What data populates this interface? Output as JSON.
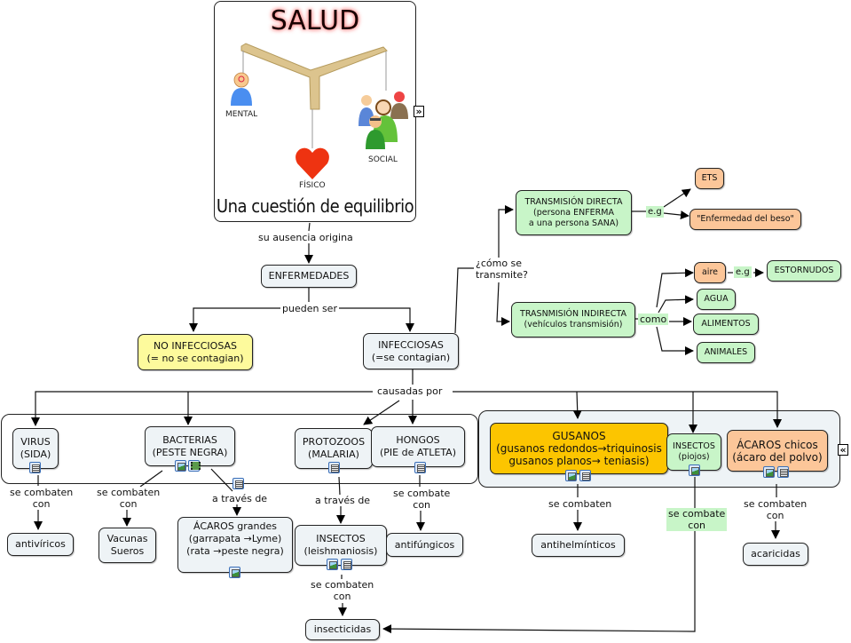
{
  "title": {
    "heading": "SALUD",
    "subtitle": "Una cuestión de equilibrio",
    "labels": {
      "mental": "MENTAL",
      "fisico": "FÍSICO",
      "social": "SOCIAL"
    }
  },
  "nodes": {
    "enfermedades": "ENFERMEDADES",
    "no_infecciosas": "NO INFECCIOSAS\n(= no se contagian)",
    "infecciosas": "INFECCIOSAS\n(=se contagian)",
    "transmision_directa": "TRANSMISIÓN DIRECTA\n(persona ENFERMA\na una persona SANA)",
    "transmision_indirecta": "TRASNMISIÓN INDIRECTA\n(vehículos transmisión)",
    "ets": "ETS",
    "beso": "\"Enfermedad del beso\"",
    "aire": "aire",
    "estornudos": "ESTORNUDOS",
    "agua": "AGUA",
    "alimentos": "ALIMENTOS",
    "animales": "ANIMALES",
    "virus": "VIRUS\n(SIDA)",
    "bacterias": "BACTERIAS\n(PESTE NEGRA)",
    "protozoos": "PROTOZOOS\n(MALARIA)",
    "hongos": "HONGOS\n(PIE de ATLETA)",
    "gusanos": "GUSANOS\n(gusanos redondos→triquinosis\ngusanos planos→ teniasis)",
    "insectos_piojos": "INSECTOS\n(piojos)",
    "acaros_chicos": "ÁCAROS chicos\n(ácaro del polvo)",
    "antiviricos": "antivíricos",
    "vacunas": "Vacunas\nSueros",
    "acaros_grandes": "ÁCAROS grandes\n(garrapata →Lyme)\n(rata →peste negra)",
    "insectos_leish": "INSECTOS\n(leishmaniosis)",
    "antifungicos": "antifúngicos",
    "insecticidas": "insecticidas",
    "antihelminticos": "antihelmínticos",
    "acaricidas": "acaricidas"
  },
  "links": {
    "su_ausencia": "su ausencia origina",
    "pueden_ser": "pueden ser",
    "como_transmite": "¿cómo se\ntransmite?",
    "eg1": "e.g",
    "eg2": "e.g",
    "como": "como",
    "causadas_por": "causadas por",
    "virus_combaten": "se combaten\ncon",
    "bact_combaten": "se combaten\ncon",
    "bact_traves": "a través de",
    "proto_traves": "a través de",
    "hongos_combate": "se combate\ncon",
    "insectos_combaten": "se combaten\ncon",
    "gusanos_combaten": "se combaten",
    "piojos_combate": "se combate\ncon",
    "acaros_combaten": "se combaten\ncon"
  },
  "icons": {
    "expand_right": "»",
    "expand_left": "«"
  },
  "colors": {
    "default_node": "#eef3f6",
    "green_node": "#c8f5c8",
    "orange_node": "#fcc699",
    "yellow_node": "#fdfa9c",
    "gold_node": "#fcc500"
  }
}
